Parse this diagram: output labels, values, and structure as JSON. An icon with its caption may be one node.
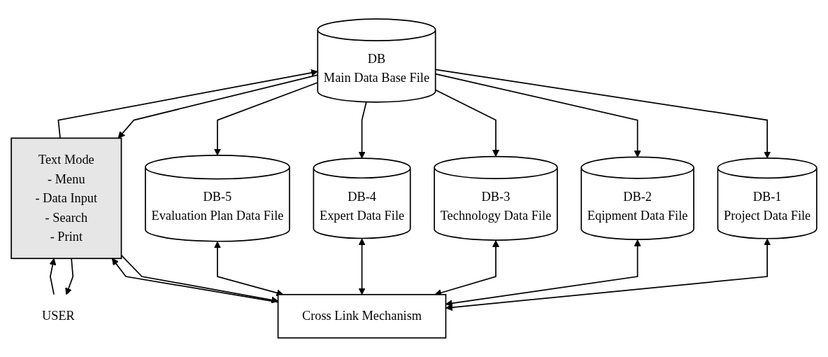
{
  "diagram": {
    "nodes": [
      {
        "text": [
          "DB",
          "Main Data Base File"
        ]
      },
      {
        "text": [
          "Text Mode",
          "- Menu",
          "- Data Input",
          "- Search",
          "- Print"
        ]
      },
      {
        "text": [
          "USER"
        ]
      },
      {
        "text": [
          "DB-1",
          "Project Data File"
        ]
      },
      {
        "text": [
          "DB-2",
          "Eqipment Data File"
        ]
      },
      {
        "text": [
          "DB-3",
          "Technology Data File"
        ]
      },
      {
        "text": [
          "DB-4",
          "Expert Data File"
        ]
      },
      {
        "text": [
          "DB-5",
          "Evaluation Plan Data File"
        ]
      },
      {
        "text": [
          "Cross Link Mechanism"
        ]
      }
    ],
    "edges": [
      {
        "from": 0,
        "to": 1,
        "arrow": "to"
      },
      {
        "from": 1,
        "to": 0,
        "arrow": "to"
      },
      {
        "from": 1,
        "to": 2,
        "arrow": "to"
      },
      {
        "from": 2,
        "to": 1,
        "arrow": "to"
      },
      {
        "from": 0,
        "to": 3,
        "arrow": "to"
      },
      {
        "from": 0,
        "to": 4,
        "arrow": "to"
      },
      {
        "from": 0,
        "to": 5,
        "arrow": "to"
      },
      {
        "from": 0,
        "to": 6,
        "arrow": "to"
      },
      {
        "from": 0,
        "to": 7,
        "arrow": "to"
      },
      {
        "from": 3,
        "to": 8,
        "arrow": "both"
      },
      {
        "from": 4,
        "to": 8,
        "arrow": "both"
      },
      {
        "from": 5,
        "to": 8,
        "arrow": "both"
      },
      {
        "from": 6,
        "to": 8,
        "arrow": "both"
      },
      {
        "from": 7,
        "to": 8,
        "arrow": "both"
      },
      {
        "from": 8,
        "to": 1,
        "arrow": "to"
      },
      {
        "from": 1,
        "to": 8,
        "arrow": "to"
      }
    ]
  }
}
